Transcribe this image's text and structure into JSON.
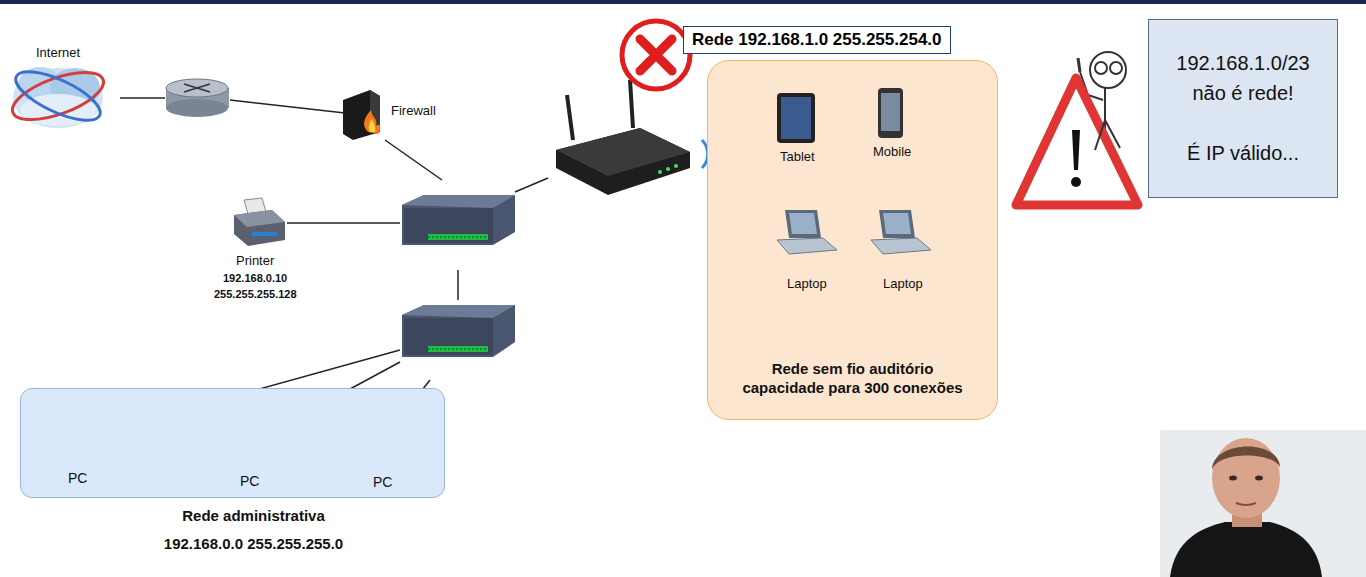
{
  "diagram": {
    "nodes": [
      {
        "text": [
          "Rede 192.168.1.0 255.255.254.0"
        ]
      },
      {
        "text": [
          "192.168.1.0/23 não é rede!",
          "É IP válido..."
        ]
      },
      {
        "text": [
          "Rede sem fio auditório capacidade para 300 conexões"
        ]
      },
      {
        "text": [
          "Rede administrativa",
          "192.168.0.0 255.255.255.0"
        ]
      }
    ],
    "labels": [
      "Internet",
      "Firewall",
      "Printer",
      "192.168.0.10",
      "255.255.255.128",
      "PC",
      "PC",
      "PC",
      "Tablet",
      "Mobile",
      "Laptop",
      "Laptop"
    ]
  }
}
